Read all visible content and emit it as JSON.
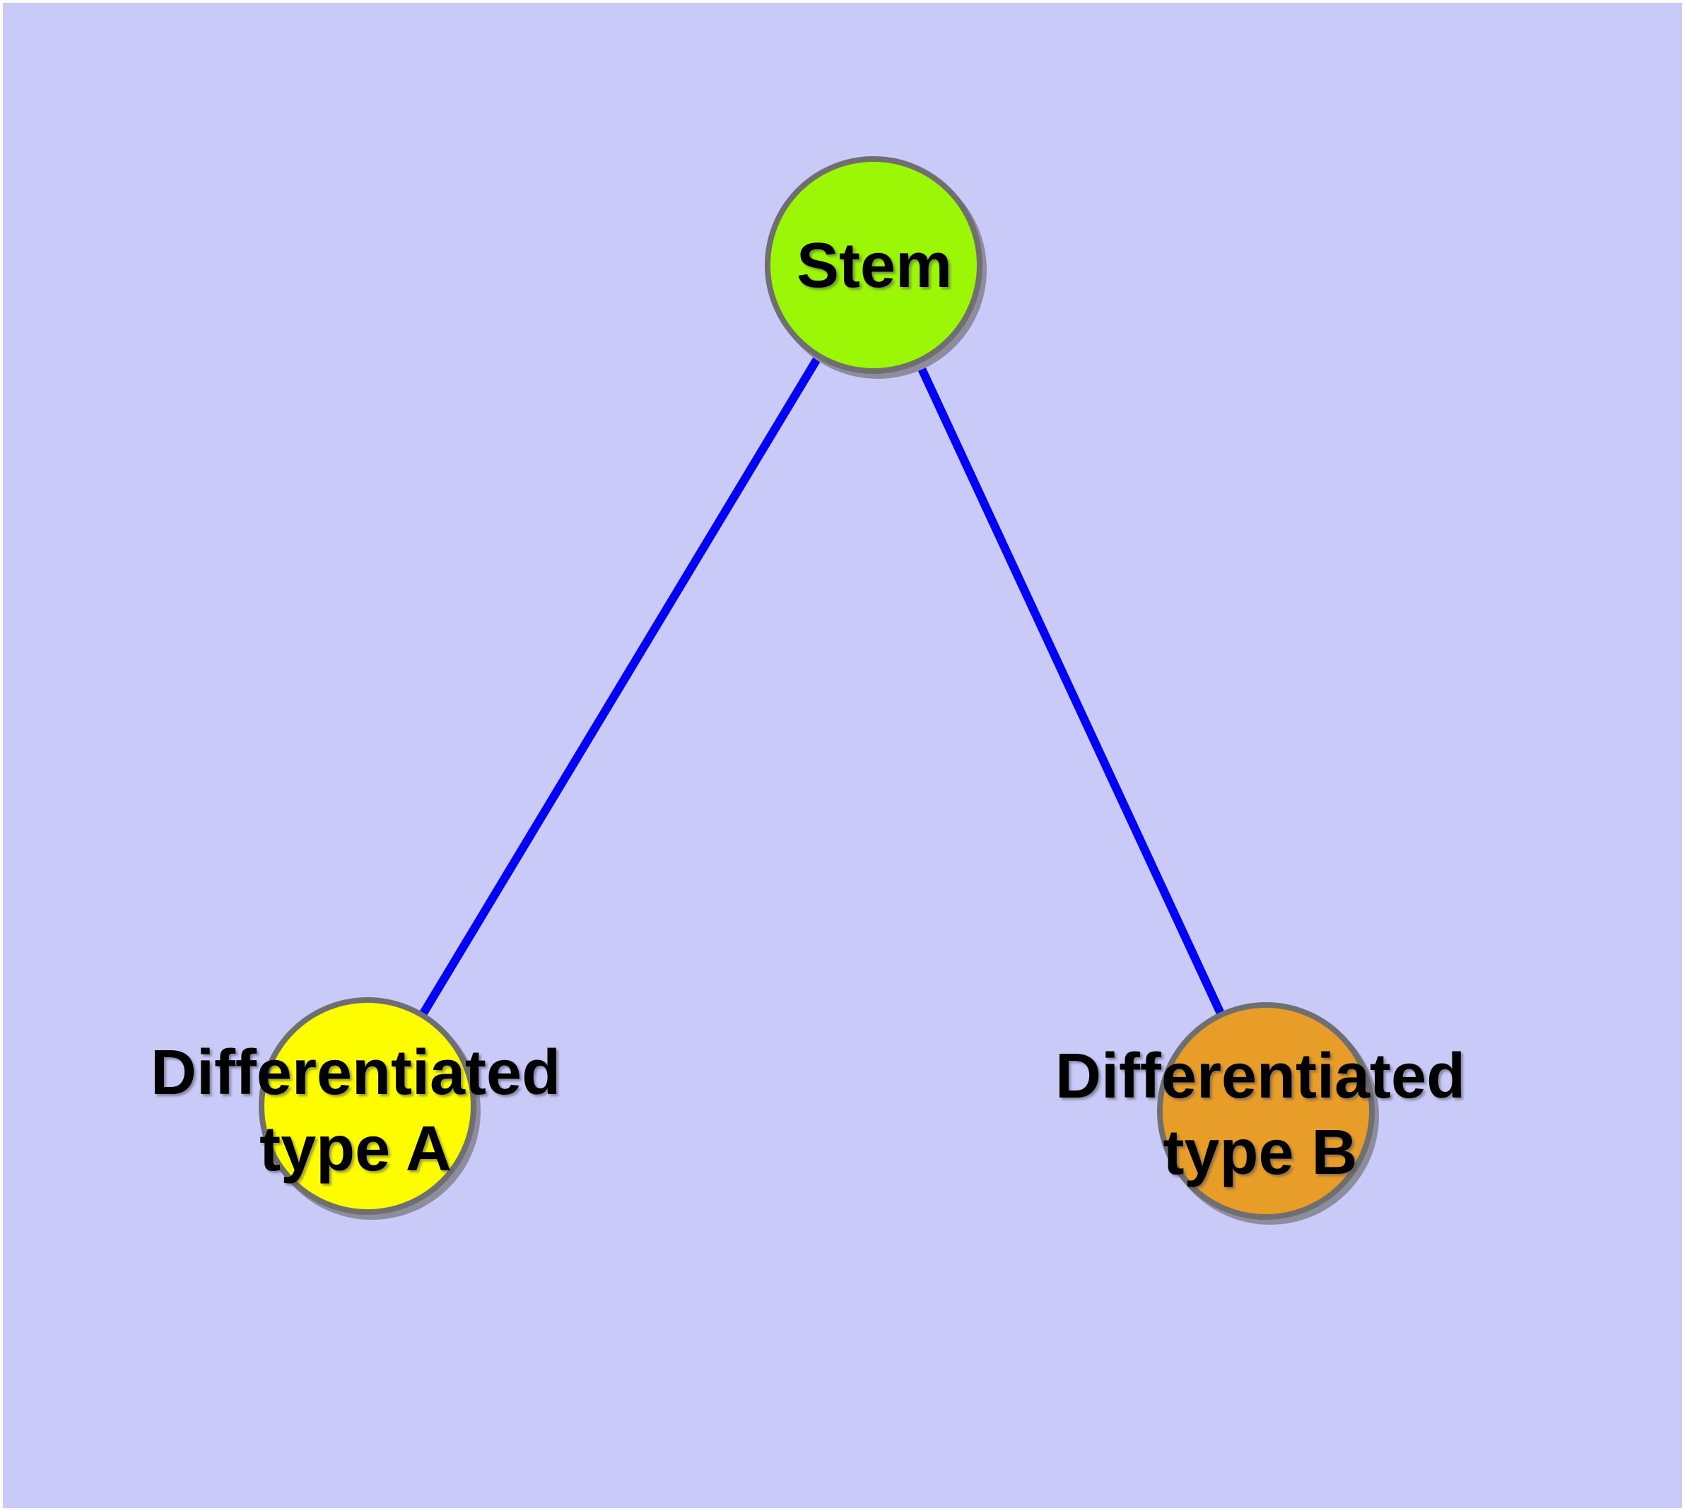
{
  "diagram": {
    "background_color": "#CACAF9",
    "frame_color": "#FFFFFF",
    "edge_color": "#0202F5",
    "node_border_color": "#6F6F6F",
    "label_color": "#000000",
    "nodes": [
      {
        "id": "stem",
        "label": "Stem",
        "fill": "#9BF705"
      },
      {
        "id": "type_a",
        "label_line1": "Differentiated",
        "label_line2": "type A",
        "fill": "#FDFD00"
      },
      {
        "id": "type_b",
        "label_line1": "Differentiated",
        "label_line2": "type B",
        "fill": "#E89D28"
      }
    ],
    "edges": [
      {
        "from": "stem",
        "to": "type_a"
      },
      {
        "from": "stem",
        "to": "type_b"
      }
    ]
  }
}
